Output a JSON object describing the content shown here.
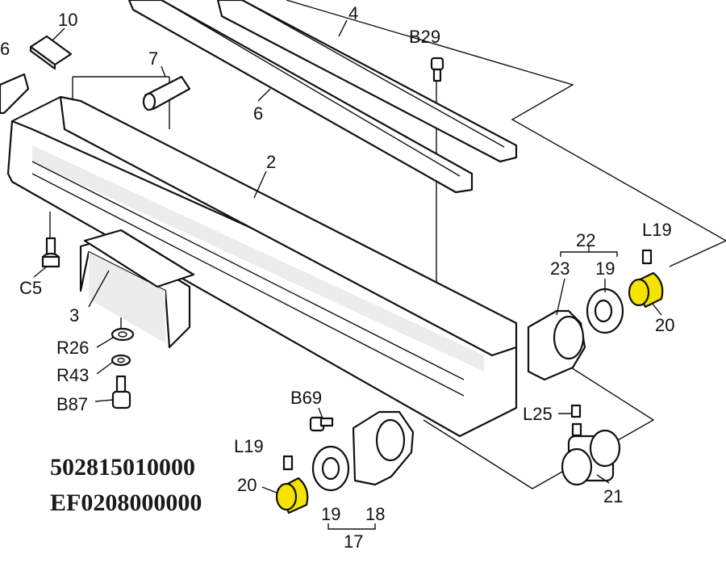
{
  "labels": {
    "l_10": "10",
    "l_4": "4",
    "l_B29": "B29",
    "l_6_left": "6",
    "l_7": "7",
    "l_6": "6",
    "l_2": "2",
    "l_22": "22",
    "l_L19_right": "L19",
    "l_23": "23",
    "l_19_right": "19",
    "l_20_right": "20",
    "l_C5": "C5",
    "l_3": "3",
    "l_R26": "R26",
    "l_R43": "R43",
    "l_B87": "B87",
    "l_B69": "B69",
    "l_L25": "L25",
    "l_L19_left": "L19",
    "l_20_left": "20",
    "l_19_left": "19",
    "l_18": "18",
    "l_17": "17",
    "l_21": "21"
  },
  "part_codes": [
    "502815010000",
    "EF0208000000"
  ],
  "colors": {
    "highlight": "#f5e400",
    "line": "#111111",
    "shade": "#ececec"
  }
}
